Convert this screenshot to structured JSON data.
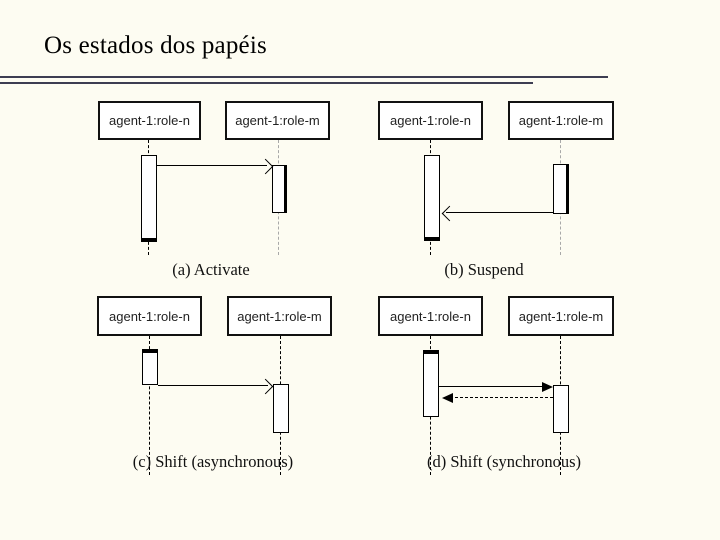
{
  "slide": {
    "title": "Os estados dos papéis"
  },
  "colors": {
    "background": "#fdfcf2",
    "rule": "#3d3d52",
    "lifeline_dark": "#000000",
    "lifeline_light": "#a8a8a8",
    "box_fill": "#ffffff",
    "line": "#000000"
  },
  "diagrams": [
    {
      "caption": "(a) Activate",
      "actors": [
        "agent-1:role-n",
        "agent-1:role-m"
      ],
      "messages": [
        {
          "from": "agent-1:role-n",
          "to": "agent-1:role-m",
          "line": "solid",
          "head": "open",
          "direction": "right"
        }
      ]
    },
    {
      "caption": "(b) Suspend",
      "actors": [
        "agent-1:role-n",
        "agent-1:role-m"
      ],
      "messages": [
        {
          "from": "agent-1:role-m",
          "to": "agent-1:role-n",
          "line": "solid",
          "head": "open",
          "direction": "left"
        }
      ]
    },
    {
      "caption": "(c) Shift (asynchronous)",
      "actors": [
        "agent-1:role-n",
        "agent-1:role-m"
      ],
      "messages": [
        {
          "from": "agent-1:role-n",
          "to": "agent-1:role-m",
          "line": "solid",
          "head": "open",
          "direction": "right"
        }
      ]
    },
    {
      "caption": "(d) Shift (synchronous)",
      "actors": [
        "agent-1:role-n",
        "agent-1:role-m"
      ],
      "messages": [
        {
          "from": "agent-1:role-n",
          "to": "agent-1:role-m",
          "line": "solid",
          "head": "filled",
          "direction": "right"
        },
        {
          "from": "agent-1:role-m",
          "to": "agent-1:role-n",
          "line": "dashed",
          "head": "filled",
          "direction": "left"
        }
      ]
    }
  ]
}
